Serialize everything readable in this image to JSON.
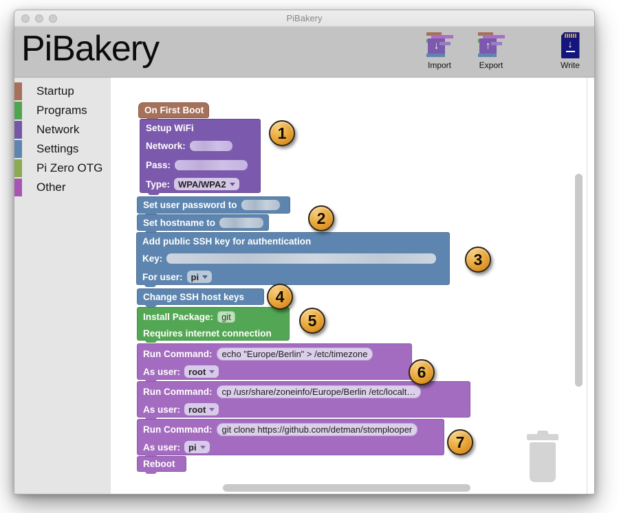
{
  "window": {
    "title": "PiBakery"
  },
  "header": {
    "app_title": "PiBakery",
    "toolbar": {
      "import_label": "Import",
      "export_label": "Export",
      "write_label": "Write",
      "import_arrow": "↓",
      "export_arrow": "↑",
      "write_arrow": "↓"
    }
  },
  "sidebar": {
    "items": [
      {
        "label": "Startup",
        "color": "#a5715a"
      },
      {
        "label": "Programs",
        "color": "#4fa54f"
      },
      {
        "label": "Network",
        "color": "#7557a8"
      },
      {
        "label": "Settings",
        "color": "#5d85af"
      },
      {
        "label": "Pi Zero OTG",
        "color": "#8caa52"
      },
      {
        "label": "Other",
        "color": "#a656b2"
      }
    ]
  },
  "canvas": {
    "blocks": {
      "on_first_boot": {
        "label": "On First Boot",
        "color": "#a5715a"
      },
      "setup_wifi": {
        "title": "Setup WiFi",
        "network_label": "Network:",
        "pass_label": "Pass:",
        "type_label": "Type:",
        "type_value": "WPA/WPA2",
        "color": "#7b59ac"
      },
      "set_user_password": {
        "label": "Set user password to",
        "color": "#5d85af"
      },
      "set_hostname": {
        "label": "Set hostname to",
        "color": "#5d85af"
      },
      "ssh_key": {
        "title": "Add public SSH key for authentication",
        "key_label": "Key:",
        "user_label": "For user:",
        "user_value": "pi",
        "color": "#5d85af"
      },
      "change_ssh_host_keys": {
        "label": "Change SSH host keys",
        "color": "#5d85af"
      },
      "install_package": {
        "label": "Install Package:",
        "package": "git",
        "note": "Requires internet connection",
        "color": "#53a653"
      },
      "run_command_1": {
        "label": "Run Command:",
        "command": "echo \"Europe/Berlin\" > /etc/timezone",
        "user_label": "As user:",
        "user_value": "root",
        "color": "#a46cc0"
      },
      "run_command_2": {
        "label": "Run Command:",
        "command": "cp /usr/share/zoneinfo/Europe/Berlin /etc/localt…",
        "user_label": "As user:",
        "user_value": "root",
        "color": "#a46cc0"
      },
      "run_command_3": {
        "label": "Run Command:",
        "command": "git clone https://github.com/detman/stomplooper",
        "user_label": "As user:",
        "user_value": "pi",
        "color": "#a46cc0"
      },
      "reboot": {
        "label": "Reboot",
        "color": "#a46cc0"
      }
    },
    "annotations": {
      "a1": "1",
      "a2": "2",
      "a3": "3",
      "a4": "4",
      "a5": "5",
      "a6": "6",
      "a7": "7"
    },
    "annotation_color": "#e8a33d"
  }
}
